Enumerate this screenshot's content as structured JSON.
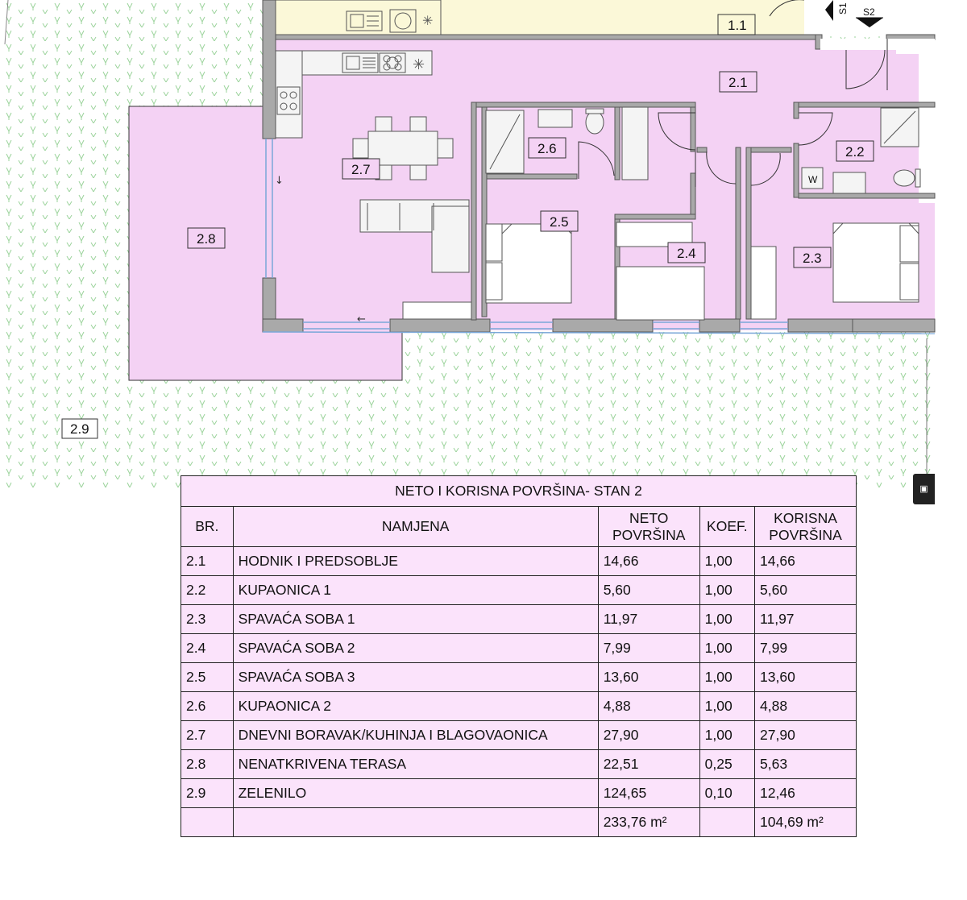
{
  "plan": {
    "rooms": [
      {
        "id": "1.1",
        "label": "1.1"
      },
      {
        "id": "2.1",
        "label": "2.1"
      },
      {
        "id": "2.2",
        "label": "2.2"
      },
      {
        "id": "2.3",
        "label": "2.3"
      },
      {
        "id": "2.4",
        "label": "2.4"
      },
      {
        "id": "2.5",
        "label": "2.5"
      },
      {
        "id": "2.6",
        "label": "2.6"
      },
      {
        "id": "2.7",
        "label": "2.7"
      },
      {
        "id": "2.8",
        "label": "2.8"
      },
      {
        "id": "2.9",
        "label": "2.9"
      }
    ],
    "section_marks": {
      "s1": "S1",
      "s2": "S2"
    },
    "washer_mark": "W",
    "colors": {
      "apartment_fill": "#f4d2f4",
      "terrace_fill": "#f4d2f4",
      "neighbour_fill": "#fbf8d8",
      "wall": "#a9a9a9",
      "window": "#7aa7d8",
      "grass_mark": "#9bd39b"
    },
    "icons": [
      "sink-icon",
      "stove-icon",
      "toilet-icon",
      "shower-icon",
      "bed-icon",
      "sofa-icon",
      "dining-table-icon",
      "door-swing-icon",
      "section-arrow-icon"
    ]
  },
  "table": {
    "title": "NETO I KORISNA POVRŠINA- STAN 2",
    "headers": {
      "br": "BR.",
      "namjena": "NAMJENA",
      "neto_1": "NETO",
      "neto_2": "POVRŠINA",
      "koef": "KOEF.",
      "korisna_1": "KORISNA",
      "korisna_2": "POVRŠINA"
    },
    "rows": [
      {
        "br": "2.1",
        "namjena": "HODNIK I PREDSOBLJE",
        "neto": "14,66",
        "koef": "1,00",
        "korisna": "14,66"
      },
      {
        "br": "2.2",
        "namjena": "KUPAONICA  1",
        "neto": "5,60",
        "koef": "1,00",
        "korisna": "5,60"
      },
      {
        "br": "2.3",
        "namjena": "SPAVAĆA SOBA  1",
        "neto": "11,97",
        "koef": "1,00",
        "korisna": "11,97"
      },
      {
        "br": "2.4",
        "namjena": "SPAVAĆA SOBA  2",
        "neto": "7,99",
        "koef": "1,00",
        "korisna": "7,99"
      },
      {
        "br": "2.5",
        "namjena": "SPAVAĆA SOBA  3",
        "neto": "13,60",
        "koef": "1,00",
        "korisna": "13,60"
      },
      {
        "br": "2.6",
        "namjena": "KUPAONICA 2",
        "neto": "4,88",
        "koef": "1,00",
        "korisna": "4,88"
      },
      {
        "br": "2.7",
        "namjena": "DNEVNI BORAVAK/KUHINJA I BLAGOVAONICA",
        "neto": "27,90",
        "koef": "1,00",
        "korisna": "27,90"
      },
      {
        "br": "2.8",
        "namjena": "NENATKRIVENA TERASA",
        "neto": "22,51",
        "koef": "0,25",
        "korisna": "5,63"
      },
      {
        "br": "2.9",
        "namjena": "ZELENILO",
        "neto": "124,65",
        "koef": "0,10",
        "korisna": "12,46"
      }
    ],
    "totals": {
      "br": "",
      "namjena": "",
      "neto": "233,76 m²",
      "koef": "",
      "korisna": "104,69 m²"
    }
  }
}
